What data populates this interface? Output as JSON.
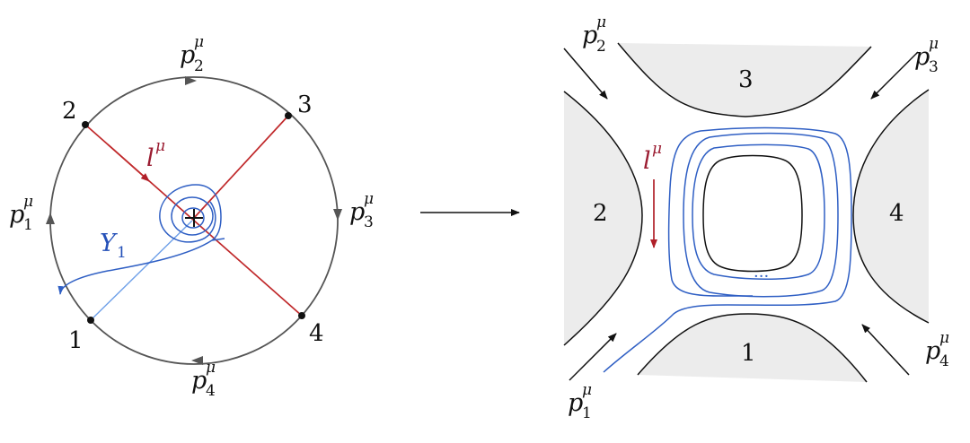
{
  "colors": {
    "circle": "#555555",
    "chord": "#c0292b",
    "loop_label": "#9b1c31",
    "curve": "#2f5fc4",
    "region_fill": "#ececec",
    "text": "#111111"
  },
  "left_diagram": {
    "vertex_labels": [
      "1",
      "2",
      "3",
      "4"
    ],
    "momenta": [
      {
        "base": "p",
        "sup": "μ",
        "sub": "1"
      },
      {
        "base": "p",
        "sup": "μ",
        "sub": "2"
      },
      {
        "base": "p",
        "sup": "μ",
        "sub": "3"
      },
      {
        "base": "p",
        "sup": "μ",
        "sub": "4"
      }
    ],
    "loop_momentum": {
      "base": "l",
      "sup": "μ"
    },
    "curve_label": {
      "base": "Y",
      "sub": "1"
    }
  },
  "right_diagram": {
    "region_labels": [
      "1",
      "2",
      "3",
      "4"
    ],
    "momenta": [
      {
        "base": "p",
        "sup": "μ",
        "sub": "1"
      },
      {
        "base": "p",
        "sup": "μ",
        "sub": "2"
      },
      {
        "base": "p",
        "sup": "μ",
        "sub": "3"
      },
      {
        "base": "p",
        "sup": "μ",
        "sub": "4"
      }
    ],
    "loop_momentum": {
      "base": "l",
      "sup": "μ"
    },
    "ellipsis": "···"
  }
}
